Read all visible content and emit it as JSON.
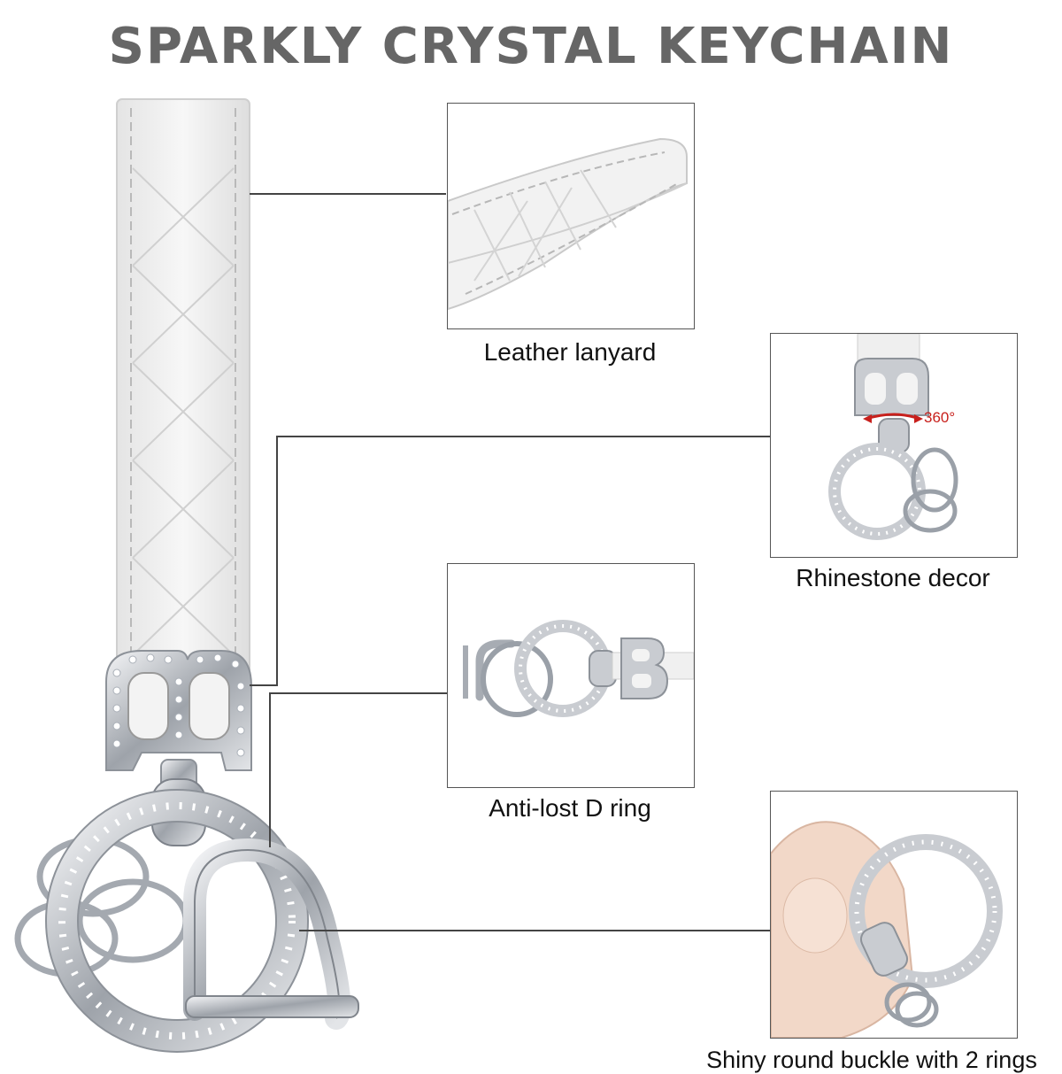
{
  "page": {
    "title": "SPARKLY CRYSTAL KEYCHAIN"
  },
  "product": {
    "strap_color": "#f2f2f2",
    "metal_color": "#c9ccd1",
    "crystal_color": "#ffffff"
  },
  "callouts": [
    {
      "caption": "Leather lanyard"
    },
    {
      "caption": "Rhinestone decor",
      "annotation": "360°"
    },
    {
      "caption": "Anti-lost D ring"
    },
    {
      "caption": "Shiny round buckle with 2 rings"
    }
  ],
  "colors": {
    "title": "#666666",
    "accent_red": "#c8201c",
    "frame": "#555555"
  }
}
